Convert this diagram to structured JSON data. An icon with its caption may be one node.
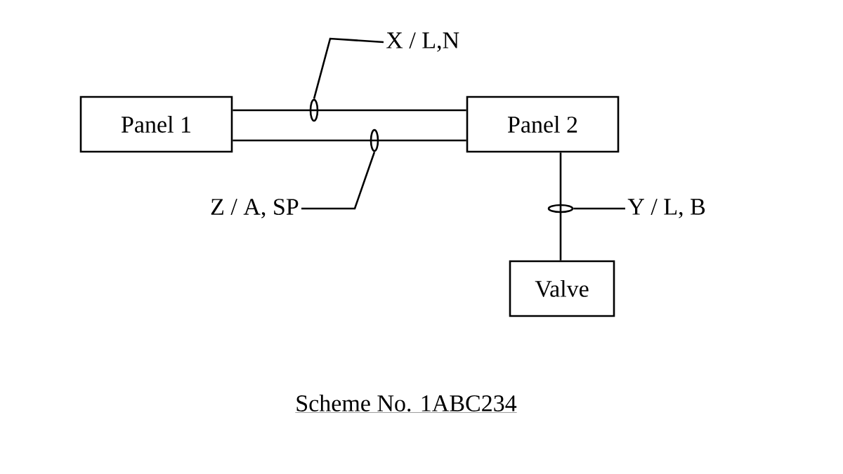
{
  "diagram": {
    "caption": "Scheme No. 1ABC234",
    "nodes": [
      {
        "text": [
          "Panel 1"
        ]
      },
      {
        "text": [
          "Panel 2"
        ]
      },
      {
        "text": [
          "Valve"
        ]
      },
      {
        "text": [
          "X / L,N"
        ]
      },
      {
        "text": [
          "Z / A, SP"
        ]
      },
      {
        "text": [
          "Y / L, B"
        ]
      },
      {
        "text": [],
        "shape": "ellipse"
      },
      {
        "text": [],
        "shape": "ellipse"
      },
      {
        "text": [],
        "shape": "ellipse"
      }
    ],
    "edges": [
      {
        "from": 0,
        "to": 1,
        "arrow": "none"
      },
      {
        "from": 0,
        "to": 1,
        "arrow": "none"
      },
      {
        "from": 1,
        "to": 2,
        "arrow": "none"
      },
      {
        "from": 3,
        "to": 6,
        "arrow": "none"
      },
      {
        "from": 4,
        "to": 7,
        "arrow": "none"
      },
      {
        "from": 5,
        "to": 8,
        "arrow": "none"
      }
    ]
  }
}
